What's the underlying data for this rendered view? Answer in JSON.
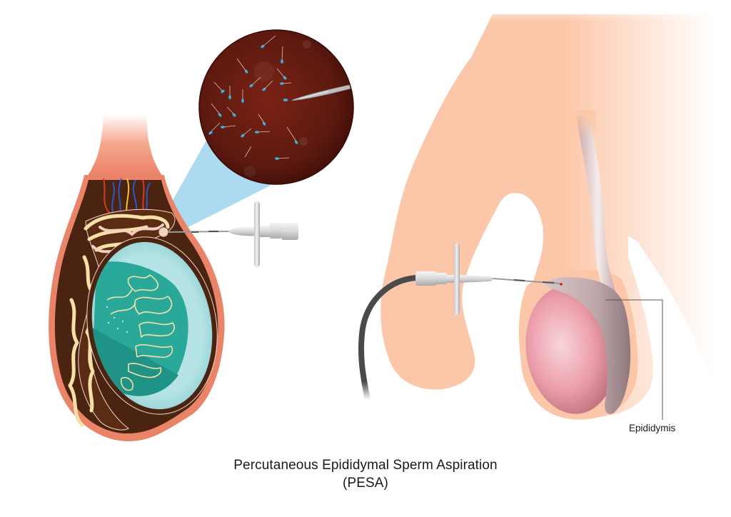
{
  "title": {
    "line1": "Percutaneous Epididymal Sperm Aspiration",
    "line2": "(PESA)"
  },
  "labels": {
    "epididymis": "Epididymis"
  },
  "panels": {
    "left": {
      "description": "Cross-section of testis with epididymis, needle inserted into epididymis head",
      "elements": [
        "spermatic-cord",
        "blood-vessels",
        "epididymis",
        "testis-lobules",
        "tunica",
        "needle"
      ]
    },
    "magnifier": {
      "description": "Magnified view of sperm cells with needle tip",
      "sperm_count": 22
    },
    "right": {
      "description": "External view of scrotum with aspiration needle inserted into epididymis",
      "elements": [
        "body-silhouette",
        "testis",
        "epididymis",
        "vas-deferens",
        "needle",
        "tubing"
      ]
    }
  },
  "colors": {
    "skin": "#fcc7a8",
    "magnifier_bg": "#6a1a10",
    "sperm_head": "#3fb3e0",
    "zoom_beam": "#a8d8ef",
    "testis_teal": "#2aa89a",
    "tunica_light": "#a9dde0",
    "epididymis_outer": "#e9836a",
    "epididymis_tissue": "#4a2410",
    "tubule_cream": "#f6e0a8",
    "testis_pink": "#e898a6",
    "epididymis_gray": "#c2aaaa",
    "tubing": "#4a4a4a",
    "needle_body": "#e4e4e4",
    "text": "#1a1a1a",
    "leader_line": "#555555"
  }
}
